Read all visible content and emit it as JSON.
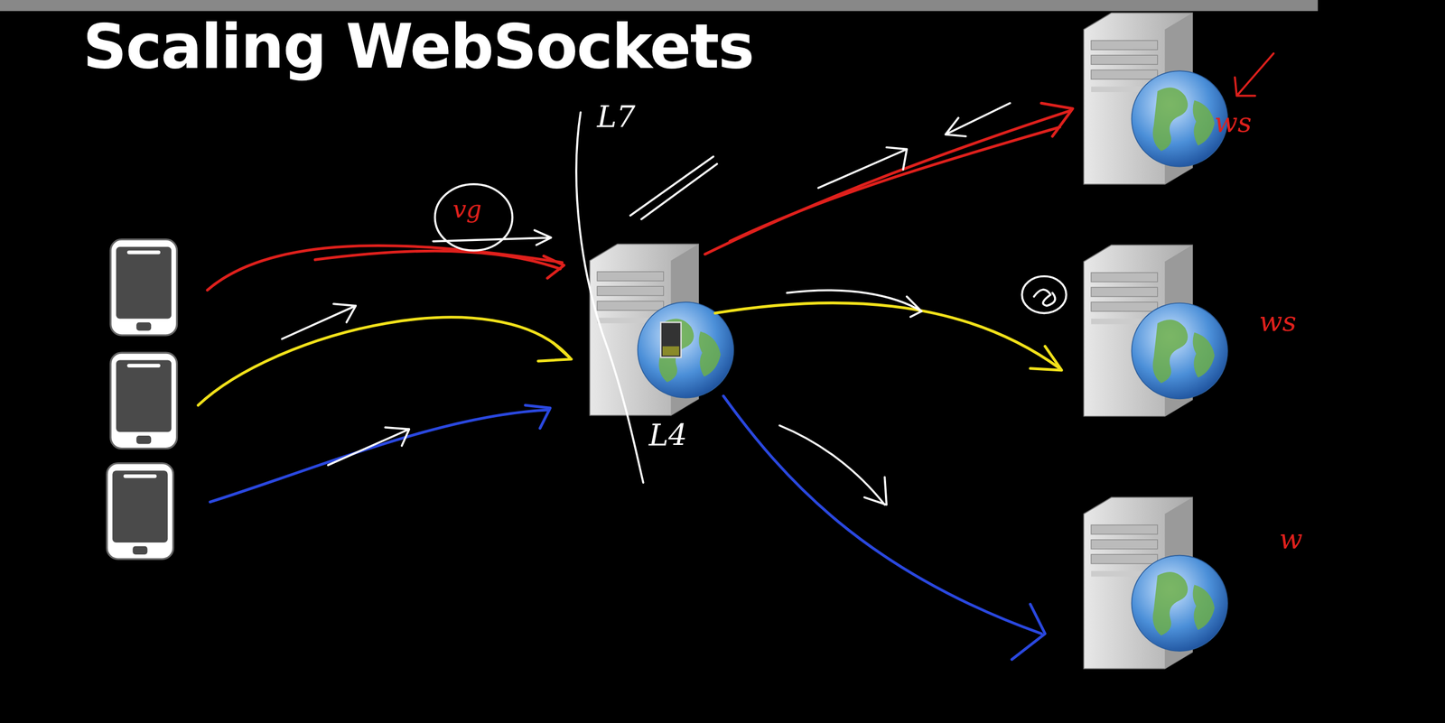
{
  "diagram": {
    "title": "Scaling WebSockets",
    "labels": [
      "vg",
      "L7",
      "L4",
      "ws",
      "ws",
      "w"
    ]
  }
}
